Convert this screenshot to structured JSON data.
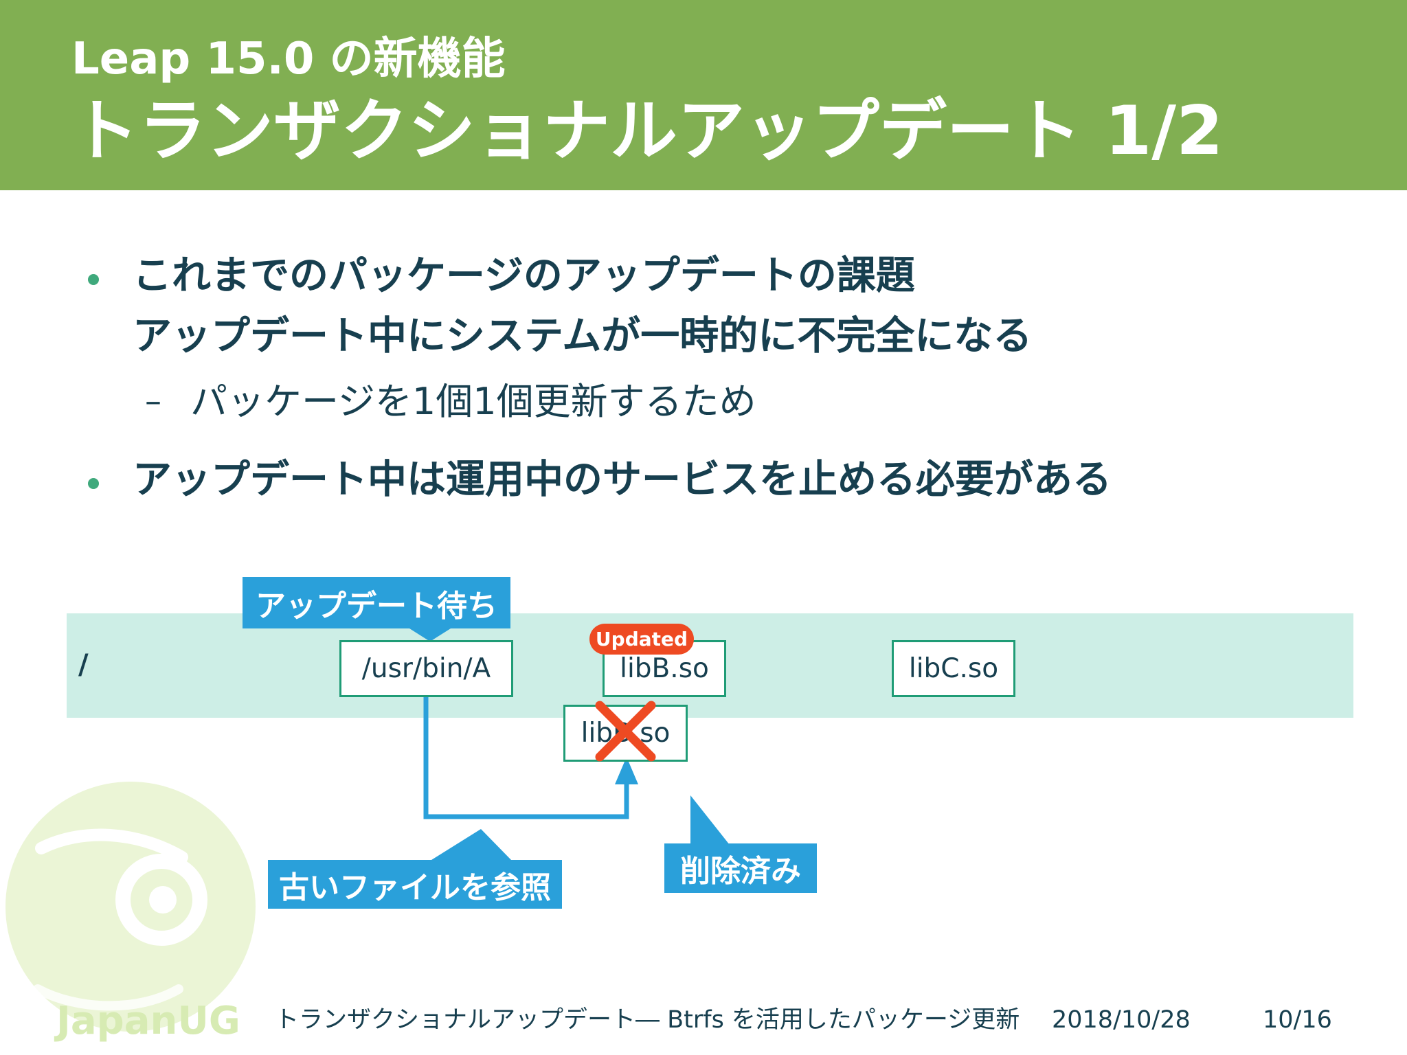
{
  "header": {
    "subtitle": "Leap 15.0 の新機能",
    "title": "トランザクショナルアップデート 1/2"
  },
  "bullets": [
    {
      "line1": "これまでのパッケージのアップデートの課題",
      "line2": "アップデート中にシステムが一時的に不完全になる"
    },
    {
      "sub": "パッケージを1個1個更新するため"
    },
    {
      "line1": "アップデート中は運用中のサービスを止める必要がある"
    }
  ],
  "diagram": {
    "root_label": "/",
    "files": {
      "bin_a": "/usr/bin/A",
      "lib_b_new": "libB.so",
      "lib_c": "libC.so",
      "lib_b_old": "libB.so"
    },
    "badge_updated": "Updated",
    "callouts": {
      "waiting": "アップデート待ち",
      "refers_old": "古いファイルを参照",
      "deleted": "削除済み"
    },
    "colors": {
      "lane": "#cdeee6",
      "box_border": "#1f9c76",
      "callout": "#2aa0da",
      "badge": "#ee4a22",
      "cross": "#ee4a22"
    }
  },
  "footer": {
    "logo_text": "JapanUG",
    "talk_title": "トランザクショナルアップデート― Btrfs を活用したパッケージ更新",
    "date": "2018/10/28",
    "page": "10/16"
  },
  "theme": {
    "header_bg": "#81af52",
    "text": "#173f4f",
    "bullet": "#3fa97c"
  }
}
